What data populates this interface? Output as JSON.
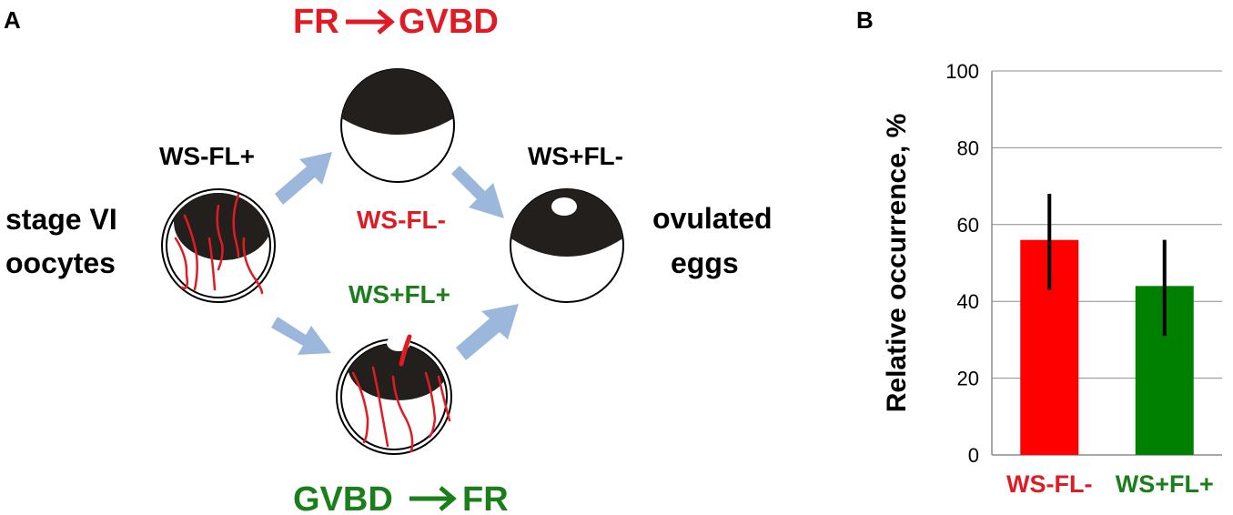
{
  "panel_a": {
    "label": "A",
    "top_path": {
      "from": "FR",
      "to": "GVBD",
      "color": "#e01b24"
    },
    "bottom_path": {
      "from": "GVBD",
      "to": "FR",
      "color": "#1a7f1a"
    },
    "start_state": "WS-FL+",
    "start_label": [
      "stage VI",
      "oocytes"
    ],
    "upper_intermediate": "WS-FL-",
    "lower_intermediate": "WS+FL+",
    "end_state": "WS+FL-",
    "end_label": [
      "ovulated",
      "eggs"
    ],
    "colors": {
      "arrow": "#9bb7dc",
      "cell": "#231f1c",
      "filament": "#e01b24",
      "red_text": "#e01b24",
      "green_text": "#1a7f1a"
    }
  },
  "panel_b": {
    "label": "B"
  },
  "chart_data": {
    "type": "bar",
    "categories": [
      "WS-FL-",
      "WS+FL+"
    ],
    "values": [
      56,
      44
    ],
    "error_bars": [
      [
        43,
        68
      ],
      [
        31,
        56
      ]
    ],
    "bar_colors": [
      "#ff0000",
      "#008000"
    ],
    "category_colors": [
      "#e01b24",
      "#1a7f1a"
    ],
    "ylabel": "Relative occurrence, %",
    "ylim": [
      0,
      100
    ],
    "yticks": [
      0,
      20,
      40,
      60,
      80,
      100
    ],
    "grid": true,
    "legend": "none"
  }
}
